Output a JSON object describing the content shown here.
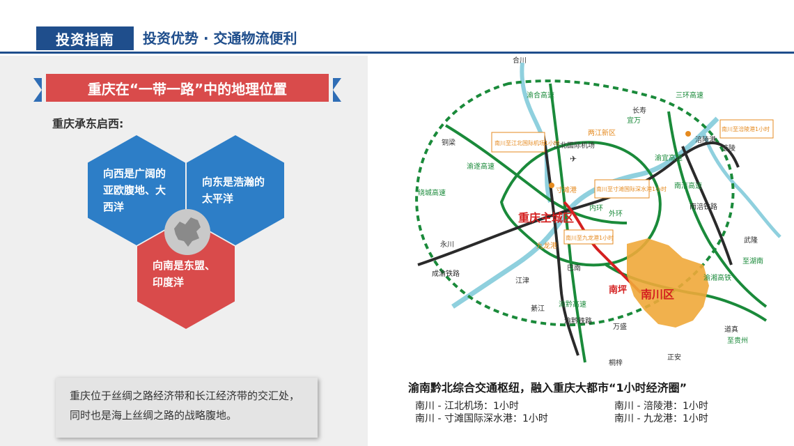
{
  "header": {
    "tag": "投资指南",
    "title": "投资优势 · 交通物流便利"
  },
  "left": {
    "ribbon_title": "重庆在“一带一路”中的地理位置",
    "subtitle": "重庆承东启西:",
    "hex_west": "向西是广阔的亚欧腹地、大西洋",
    "hex_east": "向东是浩瀚的太平洋",
    "hex_south": "向南是东盟、印度洋",
    "note": "重庆位于丝绸之路经济带和长江经济带的交汇处，同时也是海上丝绸之路的战略腹地。"
  },
  "map": {
    "places": {
      "hechuan": "合川",
      "changshou": "长寿",
      "tongliang": "铜梁",
      "fuling": "涪陵",
      "yongchuan": "永川",
      "jiangjin": "江津",
      "qijiang": "綦江",
      "wansheng": "万盛",
      "tongzi": "桐梓",
      "zhengan": "正安",
      "wulong": "武隆",
      "daozhen": "道真",
      "jiangbei_new": "两江新区",
      "airport": "江北国际机场",
      "cuntan": "寸滩港",
      "fuling_port": "涪陵港",
      "jiulong": "九龙港",
      "banan": "巴南",
      "main_city": "重庆主城区",
      "nanping": "南坪",
      "nanchuan": "南川区",
      "to_wunan": "至湖南",
      "to_guizhou": "至贵州"
    },
    "callouts": {
      "airport": "南川至江北国际机场1小时",
      "cuntan": "南川至寸滩国际深水港1小时",
      "jiulong": "南川至九龙港1小时",
      "fuling": "南川至涪陵港1小时"
    },
    "road_labels": {
      "ring1": "绕城高速",
      "ring2": "三环高速",
      "inner": "内环",
      "outer": "外环",
      "yuxiang": "渝湘高铁",
      "yuqian": "渝黔高速",
      "yuqian_rail": "渝黔铁路",
      "yuchengyu": "成渝铁路",
      "yulu": "渝遂高速",
      "nanfu": "南涪高速",
      "nanfu_rail": "南涪铁路",
      "yiwan": "宜万",
      "yuyi": "渝宜高速",
      "yuhe": "渝合高速"
    },
    "colors": {
      "expressway": "#1a8a3a",
      "railway": "#2a2a2a",
      "ring": "#1a8a3a",
      "river": "#8fd0de",
      "district": "#f0a93a",
      "callout": "#e58a1f",
      "highlight": "#d42020"
    }
  },
  "caption": "渝南黔北综合交通枢纽，融入重庆大都市“1小时经济圈”",
  "times": {
    "r1c1": "南川 - 江北机场：1小时",
    "r1c2": "南川 - 涪陵港：1小时",
    "r2c1": "南川 - 寸滩国际深水港：1小时",
    "r2c2": "南川 - 九龙港：1小时"
  }
}
